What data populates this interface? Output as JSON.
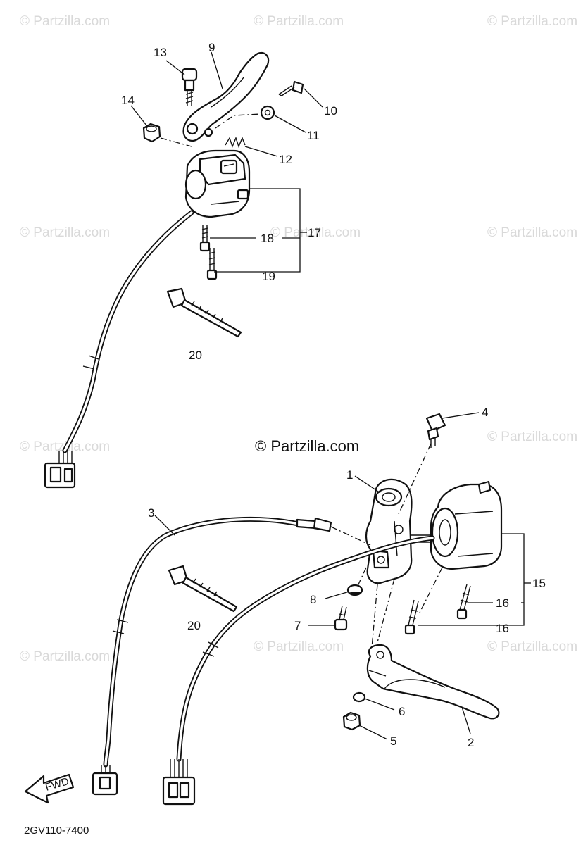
{
  "watermarks": {
    "tile_text": "© Partzilla.com",
    "center_text": "© Partzilla.com"
  },
  "diagram_code": "2GV110-7400",
  "fwd_label": "FWD",
  "callouts": {
    "c1": "1",
    "c2": "2",
    "c3": "3",
    "c4": "4",
    "c5": "5",
    "c6": "6",
    "c7": "7",
    "c8": "8",
    "c9": "9",
    "c10": "10",
    "c11": "11",
    "c12": "12",
    "c13": "13",
    "c14": "14",
    "c15": "15",
    "c16a": "16",
    "c16b": "16",
    "c17": "17",
    "c18": "18",
    "c19": "19",
    "c20a": "20",
    "c20b": "20"
  }
}
